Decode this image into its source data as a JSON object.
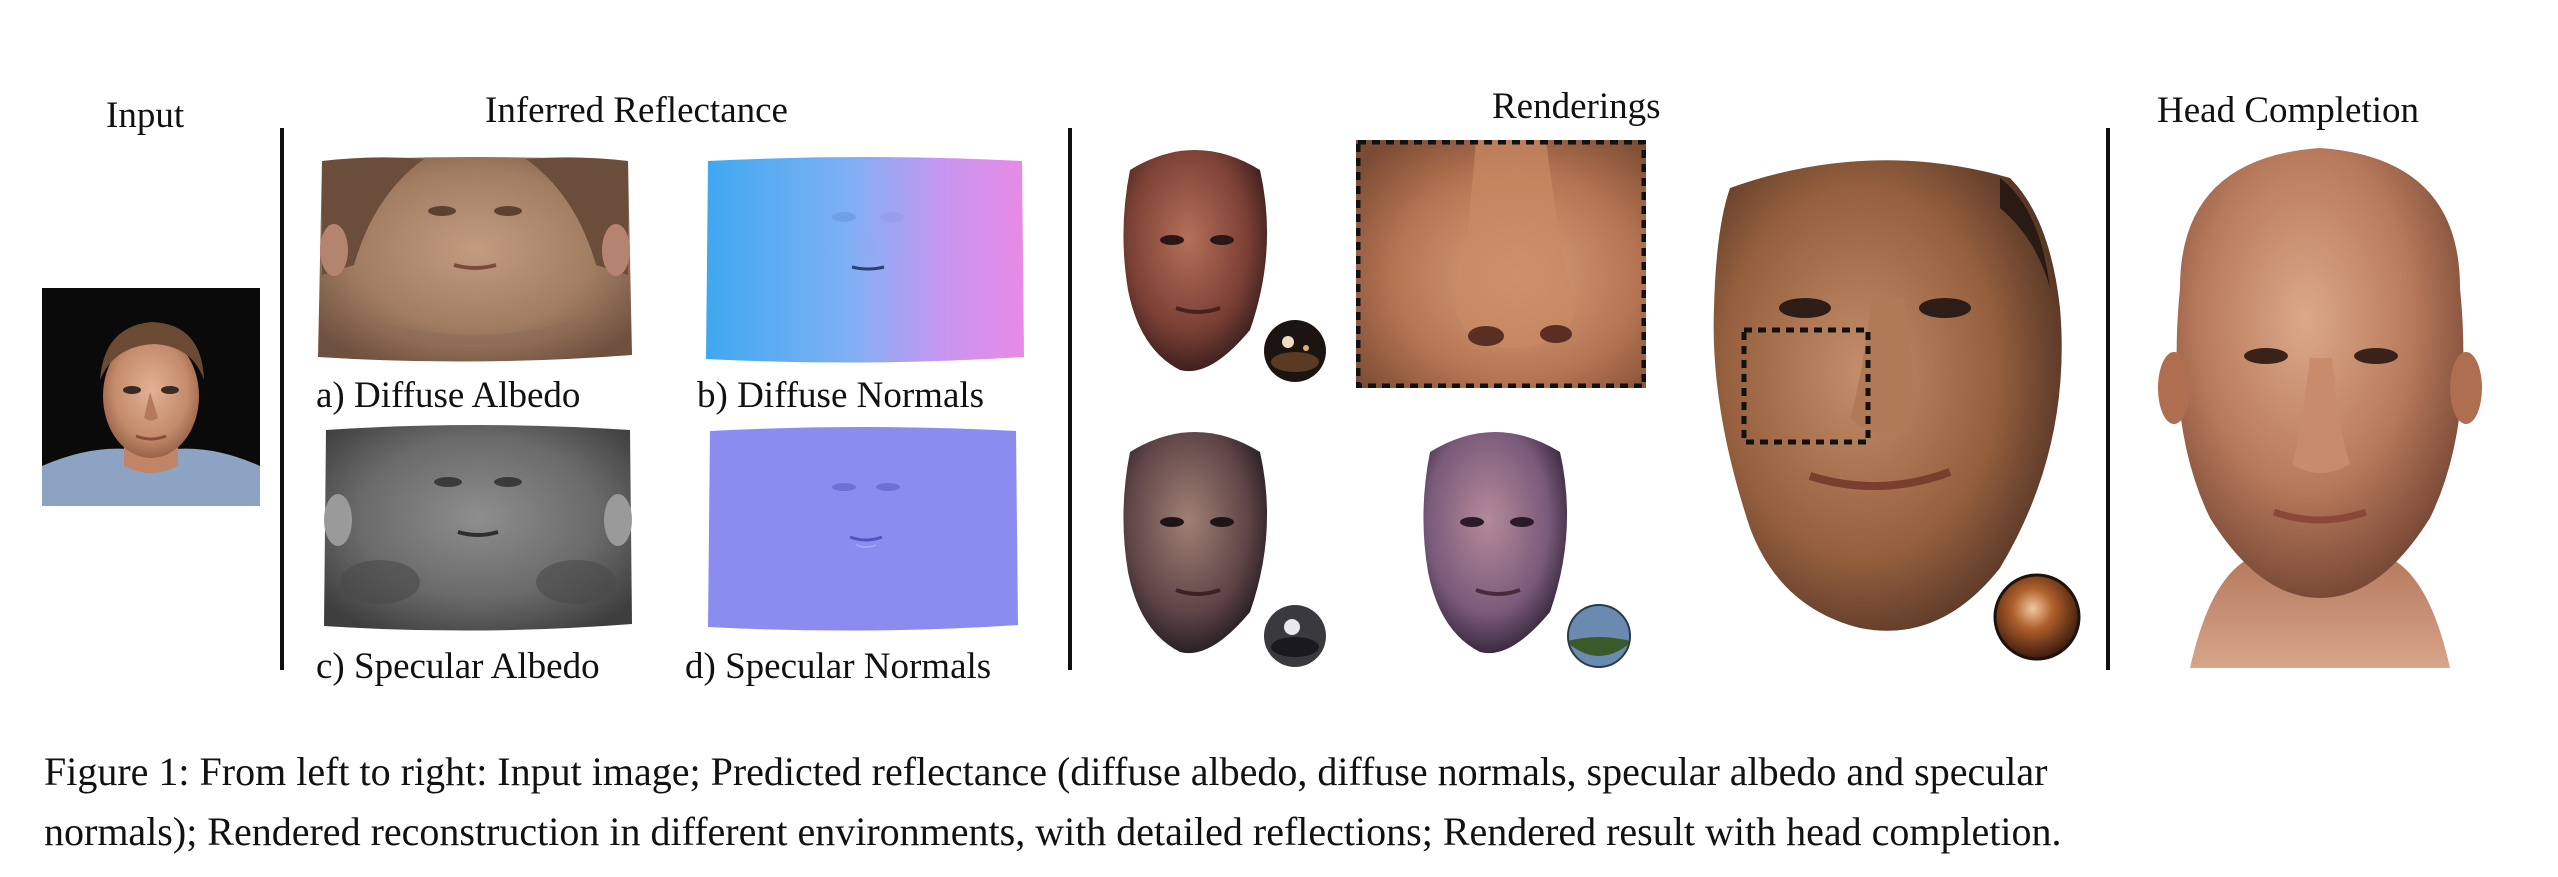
{
  "sections": {
    "input": "Input",
    "reflectance": "Inferred Reflectance",
    "renderings": "Renderings",
    "head_completion": "Head Completion"
  },
  "reflectance_labels": {
    "a": "a) Diffuse Albedo",
    "b": "b) Diffuse Normals",
    "c": "c) Specular Albedo",
    "d": "d) Specular Normals"
  },
  "caption": {
    "line1": "Figure 1:  From left to right:  Input image; Predicted reflectance (diffuse albedo, diffuse normals, specular albedo and specular",
    "line2": "normals); Rendered reconstruction in different environments, with detailed reflections; Rendered result with head completion."
  },
  "icons": {
    "input_photo": "face-photo",
    "diffuse_albedo": "uv-texture-map",
    "diffuse_normals": "normal-map",
    "specular_albedo": "grayscale-texture-map",
    "specular_normals": "flat-normal-map",
    "env_map": "environment-sphere-icon"
  }
}
